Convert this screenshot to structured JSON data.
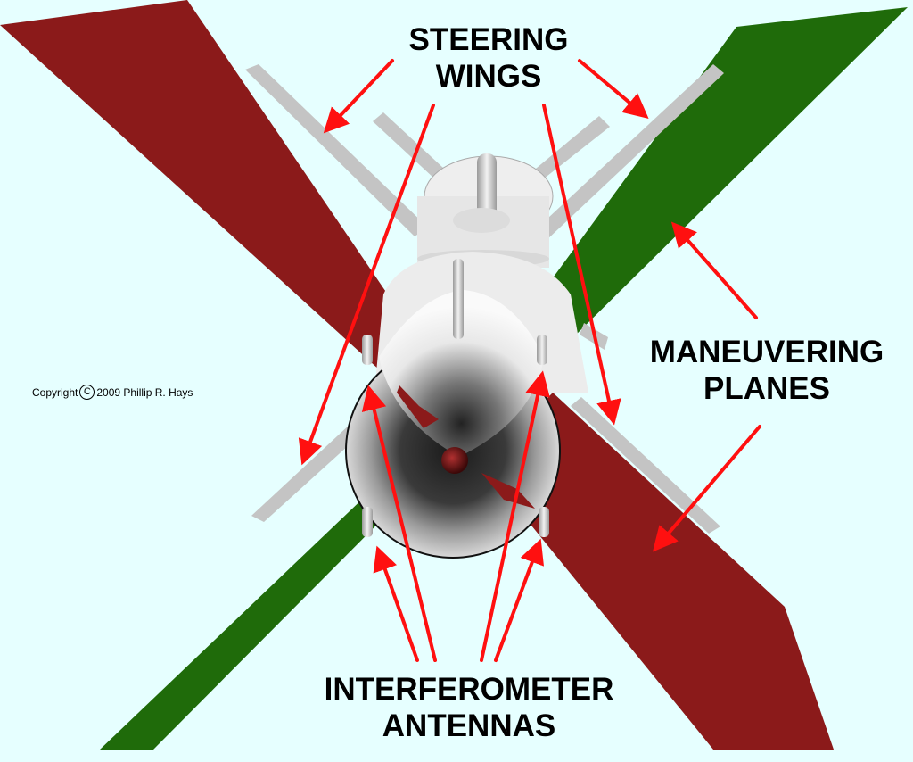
{
  "labels": {
    "steering": [
      "STEERING",
      "WINGS"
    ],
    "maneuvering": [
      "MANEUVERING",
      "PLANES"
    ],
    "antennas": [
      "INTERFEROMETER",
      "ANTENNAS"
    ]
  },
  "copyright": {
    "prefix": "Copyright",
    "symbol": "C",
    "suffix": "2009 Phillip R. Hays"
  },
  "colors": {
    "background": "#e6ffff",
    "red_plane": "#8b1a1a",
    "green_plane": "#1f6b0a",
    "wing": "#c4c4c4",
    "arrow": "#ff1010"
  }
}
